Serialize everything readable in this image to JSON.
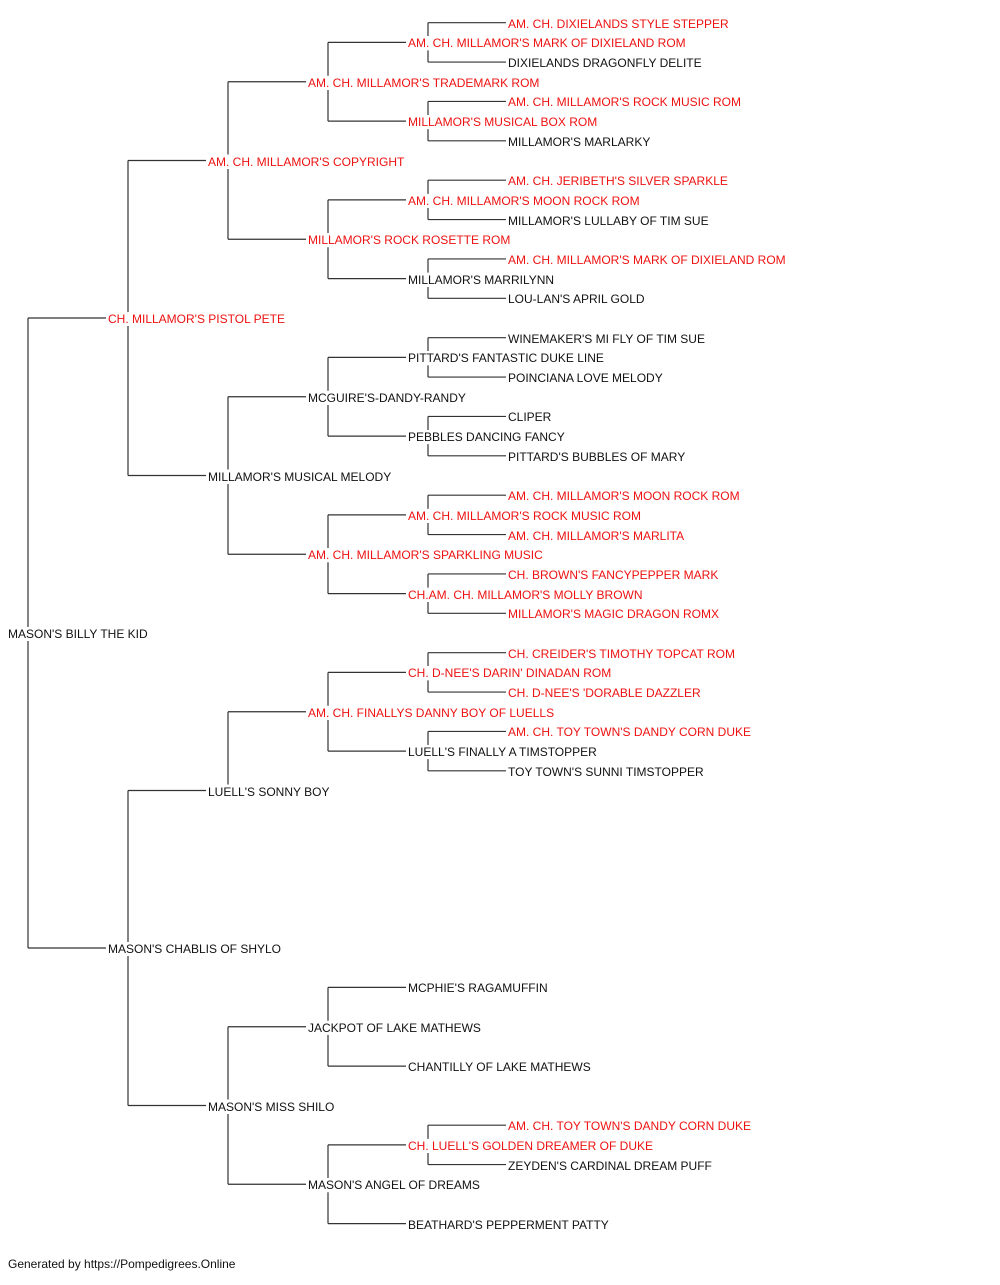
{
  "colors": {
    "champion": "#ee1111",
    "regular": "#111111",
    "line": "#333333"
  },
  "tree": {
    "name": "MASON'S BILLY THE KID",
    "champion": false,
    "sire": {
      "name": "CH. MILLAMOR'S PISTOL PETE",
      "champion": true,
      "sire": {
        "name": "AM. CH. MILLAMOR'S COPYRIGHT",
        "champion": true,
        "sire": {
          "name": "AM. CH. MILLAMOR'S TRADEMARK ROM",
          "champion": true,
          "sire": {
            "name": "AM. CH. MILLAMOR'S MARK OF DIXIELAND ROM",
            "champion": true,
            "sire": {
              "name": "AM. CH. DIXIELANDS STYLE STEPPER",
              "champion": true
            },
            "dam": {
              "name": "DIXIELANDS DRAGONFLY DELITE",
              "champion": false
            }
          },
          "dam": {
            "name": "MILLAMOR'S MUSICAL BOX ROM",
            "champion": true,
            "sire": {
              "name": "AM. CH. MILLAMOR'S ROCK MUSIC ROM",
              "champion": true
            },
            "dam": {
              "name": "MILLAMOR'S MARLARKY",
              "champion": false
            }
          }
        },
        "dam": {
          "name": "MILLAMOR'S ROCK ROSETTE ROM",
          "champion": true,
          "sire": {
            "name": "AM. CH. MILLAMOR'S MOON ROCK ROM",
            "champion": true,
            "sire": {
              "name": "AM. CH. JERIBETH'S SILVER SPARKLE",
              "champion": true
            },
            "dam": {
              "name": "MILLAMOR'S LULLABY OF TIM SUE",
              "champion": false
            }
          },
          "dam": {
            "name": "MILLAMOR'S MARRILYNN",
            "champion": false,
            "sire": {
              "name": "AM. CH. MILLAMOR'S MARK OF DIXIELAND ROM",
              "champion": true
            },
            "dam": {
              "name": "LOU-LAN'S APRIL GOLD",
              "champion": false
            }
          }
        }
      },
      "dam": {
        "name": "MILLAMOR'S MUSICAL MELODY",
        "champion": false,
        "sire": {
          "name": "MCGUIRE'S-DANDY-RANDY",
          "champion": false,
          "sire": {
            "name": "PITTARD'S FANTASTIC DUKE LINE",
            "champion": false,
            "sire": {
              "name": "WINEMAKER'S MI FLY OF TIM SUE",
              "champion": false
            },
            "dam": {
              "name": "POINCIANA LOVE MELODY",
              "champion": false
            }
          },
          "dam": {
            "name": "PEBBLES DANCING FANCY",
            "champion": false,
            "sire": {
              "name": "CLIPER",
              "champion": false
            },
            "dam": {
              "name": "PITTARD'S BUBBLES OF MARY",
              "champion": false
            }
          }
        },
        "dam": {
          "name": "AM. CH. MILLAMOR'S SPARKLING MUSIC",
          "champion": true,
          "sire": {
            "name": "AM. CH. MILLAMOR'S ROCK MUSIC ROM",
            "champion": true,
            "sire": {
              "name": "AM. CH. MILLAMOR'S MOON ROCK ROM",
              "champion": true
            },
            "dam": {
              "name": "AM. CH. MILLAMOR'S MARLITA",
              "champion": true
            }
          },
          "dam": {
            "name": "CH.AM. CH. MILLAMOR'S MOLLY BROWN",
            "champion": true,
            "sire": {
              "name": "CH. BROWN'S FANCYPEPPER MARK",
              "champion": true
            },
            "dam": {
              "name": "MILLAMOR'S MAGIC DRAGON ROMX",
              "champion": true
            }
          }
        }
      }
    },
    "dam": {
      "name": "MASON'S CHABLIS OF SHYLO",
      "champion": false,
      "sire": {
        "name": "LUELL'S SONNY BOY",
        "champion": false,
        "sire": {
          "name": "AM. CH. FINALLYS DANNY BOY OF LUELLS",
          "champion": true,
          "sire": {
            "name": "CH. D-NEE'S DARIN' DINADAN ROM",
            "champion": true,
            "sire": {
              "name": "CH. CREIDER'S TIMOTHY TOPCAT ROM",
              "champion": true
            },
            "dam": {
              "name": "CH. D-NEE'S 'DORABLE DAZZLER",
              "champion": true
            }
          },
          "dam": {
            "name": "LUELL'S FINALLY A TIMSTOPPER",
            "champion": false,
            "sire": {
              "name": "AM. CH. TOY TOWN'S DANDY CORN DUKE",
              "champion": true
            },
            "dam": {
              "name": "TOY TOWN'S SUNNI TIMSTOPPER",
              "champion": false
            }
          }
        }
      },
      "dam": {
        "name": "MASON'S MISS SHILO",
        "champion": false,
        "sire": {
          "name": "JACKPOT OF LAKE MATHEWS",
          "champion": false,
          "sire": {
            "name": "MCPHIE'S RAGAMUFFIN",
            "champion": false
          },
          "dam": {
            "name": "CHANTILLY OF LAKE MATHEWS",
            "champion": false
          }
        },
        "dam": {
          "name": "MASON'S ANGEL OF DREAMS",
          "champion": false,
          "sire": {
            "name": "CH. LUELL'S GOLDEN DREAMER OF DUKE",
            "champion": true,
            "sire": {
              "name": "AM. CH. TOY TOWN'S DANDY CORN DUKE",
              "champion": true
            },
            "dam": {
              "name": "ZEYDEN'S CARDINAL DREAM PUFF",
              "champion": false
            }
          },
          "dam": {
            "name": "BEATHARD'S PEPPERMENT PATTY",
            "champion": false
          }
        }
      }
    }
  },
  "footer": "Generated by https://Pompedigrees.Online"
}
